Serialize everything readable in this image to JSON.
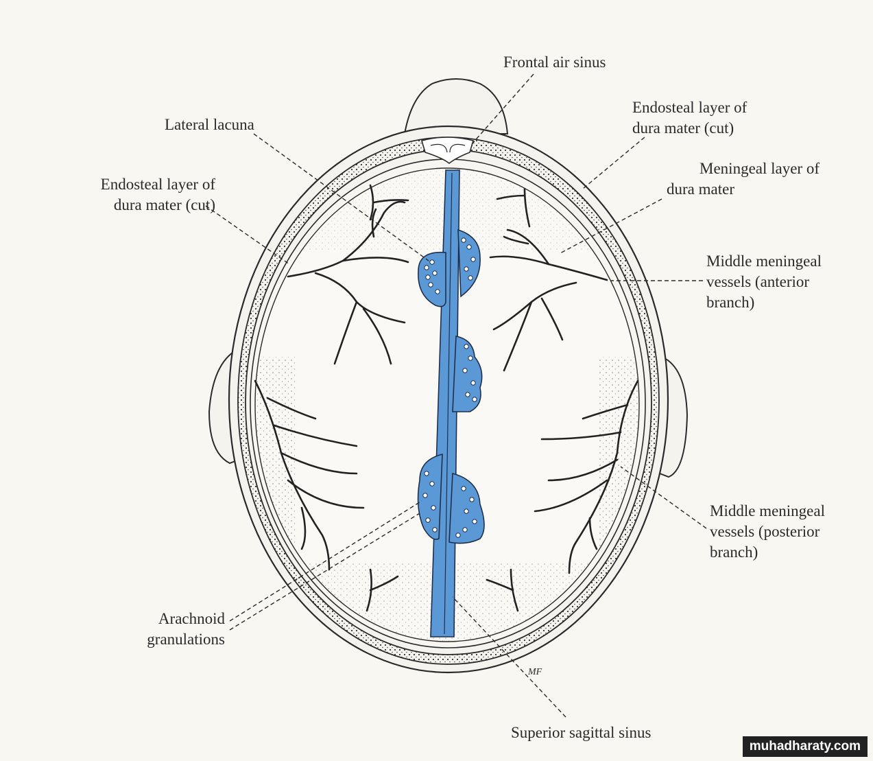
{
  "labels": {
    "frontal_air_sinus": "Frontal air sinus",
    "lateral_lacuna": "Lateral lacuna",
    "endosteal_right_1": "Endosteal layer of",
    "endosteal_right_2": "dura mater (cut)",
    "endosteal_left_1": "Endosteal layer of",
    "endosteal_left_2": "dura mater (cut)",
    "meningeal_1": "Meningeal layer of",
    "meningeal_2": "dura mater",
    "mm_anterior_1": "Middle meningeal",
    "mm_anterior_2": "vessels (anterior",
    "mm_anterior_3": "branch)",
    "mm_posterior_1": "Middle meningeal",
    "mm_posterior_2": "vessels (posterior",
    "mm_posterior_3": "branch)",
    "arachnoid_1": "Arachnoid",
    "arachnoid_2": "granulations",
    "superior_sagittal_sinus": "Superior sagittal sinus"
  },
  "artist_signature": "MF",
  "watermark": "muhadharaty.com",
  "colors": {
    "sinus_blue": "#5b98d6",
    "ink": "#2a2a2a",
    "paper": "#f8f7f2"
  }
}
